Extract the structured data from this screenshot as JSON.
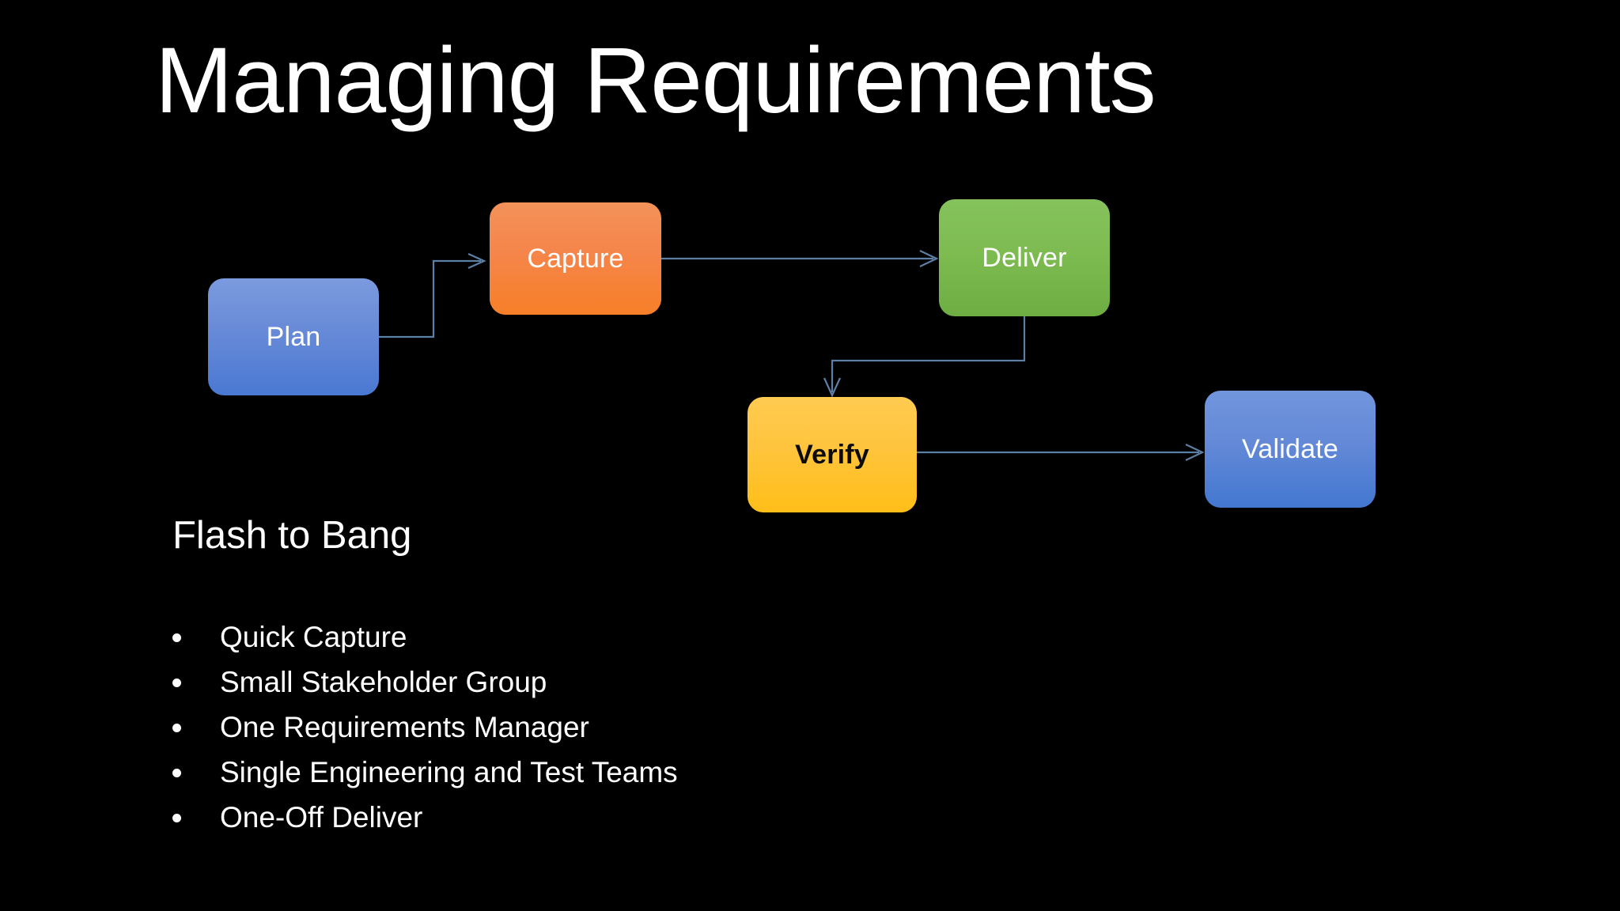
{
  "slide": {
    "background_color": "#000000",
    "title": "Managing Requirements",
    "subheading": "Flash to Bang"
  },
  "diagram": {
    "connector_color": "#5c7fa6",
    "nodes": [
      {
        "id": "plan",
        "label": "Plan",
        "color": "#5a83d6",
        "text_color": "#ffffff",
        "bold": false
      },
      {
        "id": "capture",
        "label": "Capture",
        "color": "#f5854a",
        "text_color": "#ffffff",
        "bold": false
      },
      {
        "id": "deliver",
        "label": "Deliver",
        "color": "#7ebc52",
        "text_color": "#ffffff",
        "bold": false
      },
      {
        "id": "verify",
        "label": "Verify",
        "color": "#ffc43c",
        "text_color": "#0b0b0b",
        "bold": true
      },
      {
        "id": "validate",
        "label": "Validate",
        "color": "#5484d6",
        "text_color": "#ffffff",
        "bold": false
      }
    ],
    "edges": [
      {
        "from": "plan",
        "to": "capture",
        "style": "elbow"
      },
      {
        "from": "capture",
        "to": "deliver",
        "style": "straight"
      },
      {
        "from": "deliver",
        "to": "verify",
        "style": "elbow"
      },
      {
        "from": "verify",
        "to": "validate",
        "style": "straight"
      }
    ]
  },
  "bullets": [
    {
      "text": "Quick Capture"
    },
    {
      "text": "Small Stakeholder Group"
    },
    {
      "text": "One Requirements Manager"
    },
    {
      "text": "Single Engineering and Test Teams"
    },
    {
      "text": "One-Off Deliver"
    }
  ]
}
